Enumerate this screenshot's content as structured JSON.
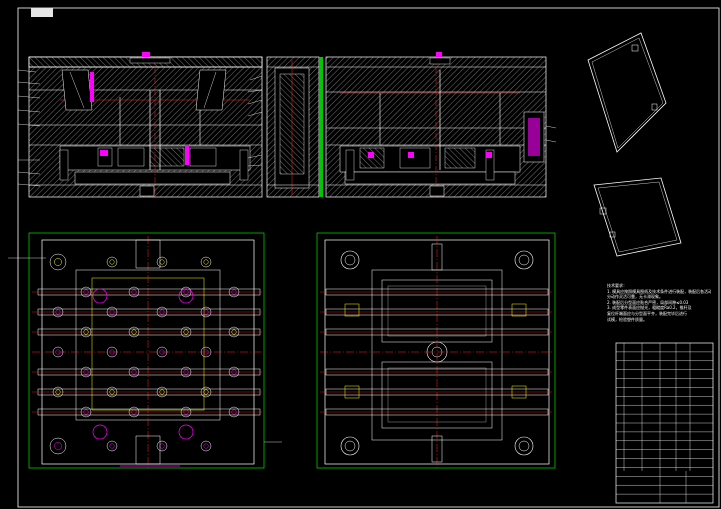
{
  "drawing": {
    "title_tag": "",
    "colors": {
      "background": "#000000",
      "outline": "#ffffff",
      "centerline": "#ff2020",
      "frame": "#00c800",
      "hatch": "#c8c8c8",
      "accent_magenta": "#ff00ff",
      "accent_yellow": "#ffff00",
      "accent_cyan": "#00ffff"
    },
    "views": [
      {
        "name": "section-a-view"
      },
      {
        "name": "side-section-view"
      },
      {
        "name": "section-b-view"
      },
      {
        "name": "part-iso-top"
      },
      {
        "name": "part-iso-bottom"
      },
      {
        "name": "moving-half-plan"
      },
      {
        "name": "fixed-half-plan"
      }
    ],
    "notes": {
      "heading": "技术要求：",
      "lines": [
        "1. 模具应按照模具图纸及技术条件进行装配，装配后各活动部",
        "   分动作灵活可靠，无卡滞现象。",
        "2. 装配后分型面应贴合严密，局部间隙≤0.03",
        "",
        "3. 成型零件表面应抛光，粗糙度Ra0.2，推杆及",
        "   复位杆端面应与分型面平齐，装配完毕后进行",
        "   试模，检验塑件质量。"
      ]
    },
    "title_block": {
      "rows": 18,
      "sheet_label": "",
      "name_label": ""
    }
  }
}
